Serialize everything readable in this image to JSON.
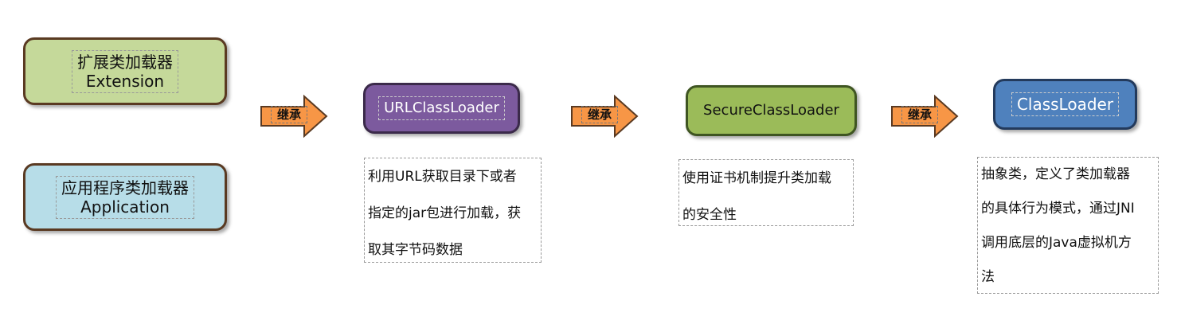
{
  "nodes": {
    "extension": {
      "line1": "扩展类加载器",
      "line2": "Extension",
      "color": "#c5d99a"
    },
    "application": {
      "line1": "应用程序类加载器",
      "line2": "Application",
      "color": "#b7dde8"
    },
    "url_class_loader": {
      "label": "URLClassLoader",
      "color": "#7c5a9e"
    },
    "secure_class_loader": {
      "label": "SecureClassLoader",
      "color": "#9bbb59"
    },
    "class_loader": {
      "label": "ClassLoader",
      "color": "#4f81bd"
    }
  },
  "arrows": [
    {
      "label": "继承",
      "color": "#f79646"
    },
    {
      "label": "继承",
      "color": "#f79646"
    },
    {
      "label": "继承",
      "color": "#f79646"
    }
  ],
  "descriptions": {
    "url_class_loader": [
      "利用URL获取目录下或者",
      "指定的jar包进行加载，获",
      "取其字节码数据"
    ],
    "secure_class_loader": [
      "使用证书机制提升类加载",
      "的安全性"
    ],
    "class_loader": [
      "抽象类，定义了类加载器",
      "的具体行为模式，通过JNI",
      "调用底层的Java虚拟机方",
      "法"
    ]
  }
}
